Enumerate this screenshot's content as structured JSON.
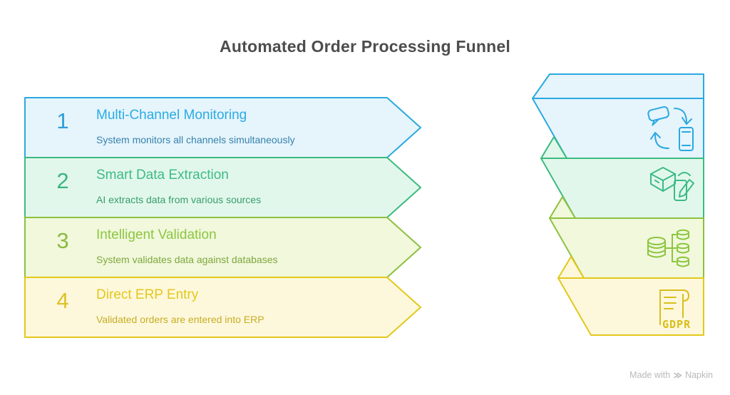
{
  "page": {
    "title": "Automated Order Processing Funnel",
    "title_color": "#4D4D4D",
    "background": "#FFFFFF"
  },
  "funnel_steps": [
    {
      "number": "1",
      "title": "Multi-Channel Monitoring",
      "description": "System monitors all channels simultaneously",
      "border": "#2BA9E0",
      "fill": "#E6F4FC",
      "title_color": "#29ACE3",
      "desc_color": "#3583AC",
      "number_color": "#2E9FD6",
      "icon": "sync-devices-icon",
      "icon_color": "#2BA9E0"
    },
    {
      "number": "2",
      "title": "Smart Data Extraction",
      "description": "AI extracts data from various sources",
      "border": "#3CBB7E",
      "fill": "#E2F7EC",
      "title_color": "#3DBB85",
      "desc_color": "#369E6A",
      "number_color": "#3BB57E",
      "icon": "package-edit-icon",
      "icon_color": "#3DBB85"
    },
    {
      "number": "3",
      "title": "Intelligent Validation",
      "description": "System validates data against databases",
      "border": "#8DC03F",
      "fill": "#F1F8DC",
      "title_color": "#8CC63F",
      "desc_color": "#7FA83D",
      "number_color": "#8CBA40",
      "icon": "database-validation-icon",
      "icon_color": "#8CC63F"
    },
    {
      "number": "4",
      "title": "Direct ERP Entry",
      "description": "Validated orders are entered into ERP",
      "border": "#E3C81A",
      "fill": "#FDF8DC",
      "title_color": "#E5C71B",
      "desc_color": "#C7AD25",
      "number_color": "#DDC125",
      "icon": "gdpr-document-icon",
      "icon_color": "#D9BE1A",
      "icon_label": "GDPR"
    }
  ],
  "watermark": {
    "prefix": "Made with",
    "brand": "Napkin",
    "color": "#B9B9B9"
  }
}
